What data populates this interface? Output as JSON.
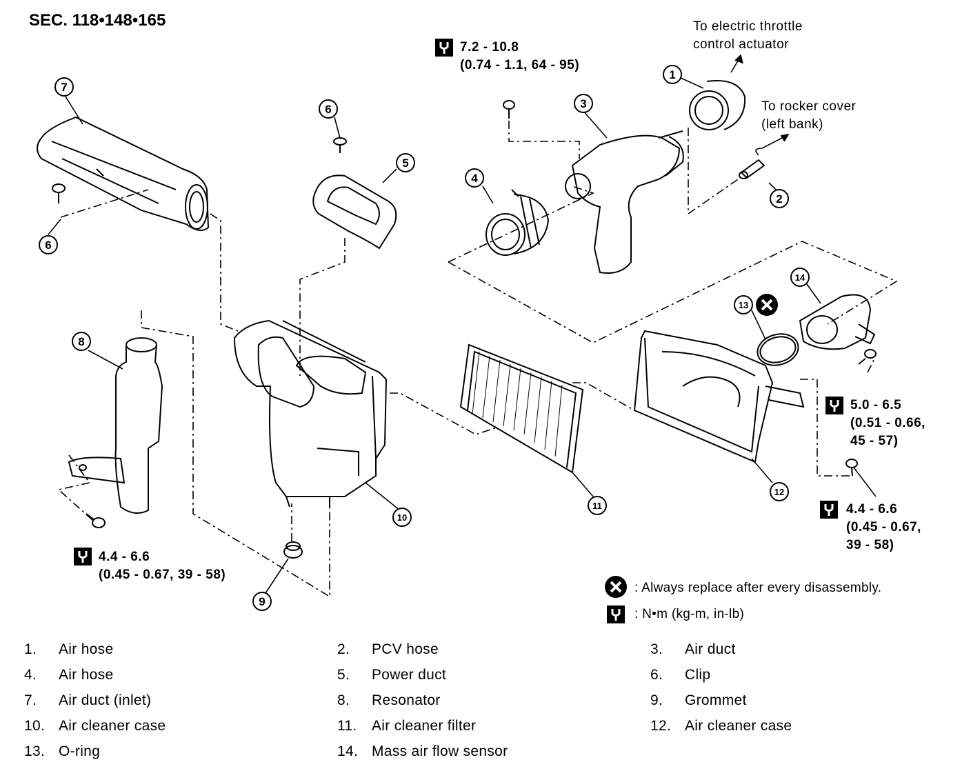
{
  "section_title": "SEC. 118•148•165",
  "annotations": {
    "throttle": [
      "To electric throttle",
      "control actuator"
    ],
    "rocker": [
      "To rocker cover",
      "(left bank)"
    ]
  },
  "torques": [
    {
      "lines": [
        "7.2 - 10.8",
        "(0.74 - 1.1, 64 - 95)"
      ]
    },
    {
      "lines": [
        "5.0 - 6.5",
        "(0.51 - 0.66,",
        "45 - 57)"
      ]
    },
    {
      "lines": [
        "4.4 - 6.6",
        "(0.45 - 0.67,",
        "39 - 58)"
      ]
    },
    {
      "lines": [
        "4.4 - 6.6",
        "(0.45 - 0.67, 39 - 58)"
      ]
    }
  ],
  "callouts": [
    "1",
    "2",
    "3",
    "4",
    "5",
    "6",
    "6",
    "7",
    "8",
    "9",
    "10",
    "11",
    "12",
    "13",
    "14"
  ],
  "legend": {
    "replace": ": Always replace after every disassembly.",
    "unit": ": N•m  (kg-m,  in-lb)"
  },
  "parts": [
    {
      "num": "1.",
      "name": "Air hose"
    },
    {
      "num": "2.",
      "name": "PCV hose"
    },
    {
      "num": "3.",
      "name": "Air duct"
    },
    {
      "num": "4.",
      "name": "Air hose"
    },
    {
      "num": "5.",
      "name": "Power duct"
    },
    {
      "num": "6.",
      "name": "Clip"
    },
    {
      "num": "7.",
      "name": "Air duct (inlet)"
    },
    {
      "num": "8.",
      "name": "Resonator"
    },
    {
      "num": "9.",
      "name": "Grommet"
    },
    {
      "num": "10.",
      "name": "Air cleaner case"
    },
    {
      "num": "11.",
      "name": "Air cleaner filter"
    },
    {
      "num": "12.",
      "name": "Air cleaner case"
    },
    {
      "num": "13.",
      "name": "O-ring"
    },
    {
      "num": "14.",
      "name": "Mass air flow sensor"
    }
  ]
}
